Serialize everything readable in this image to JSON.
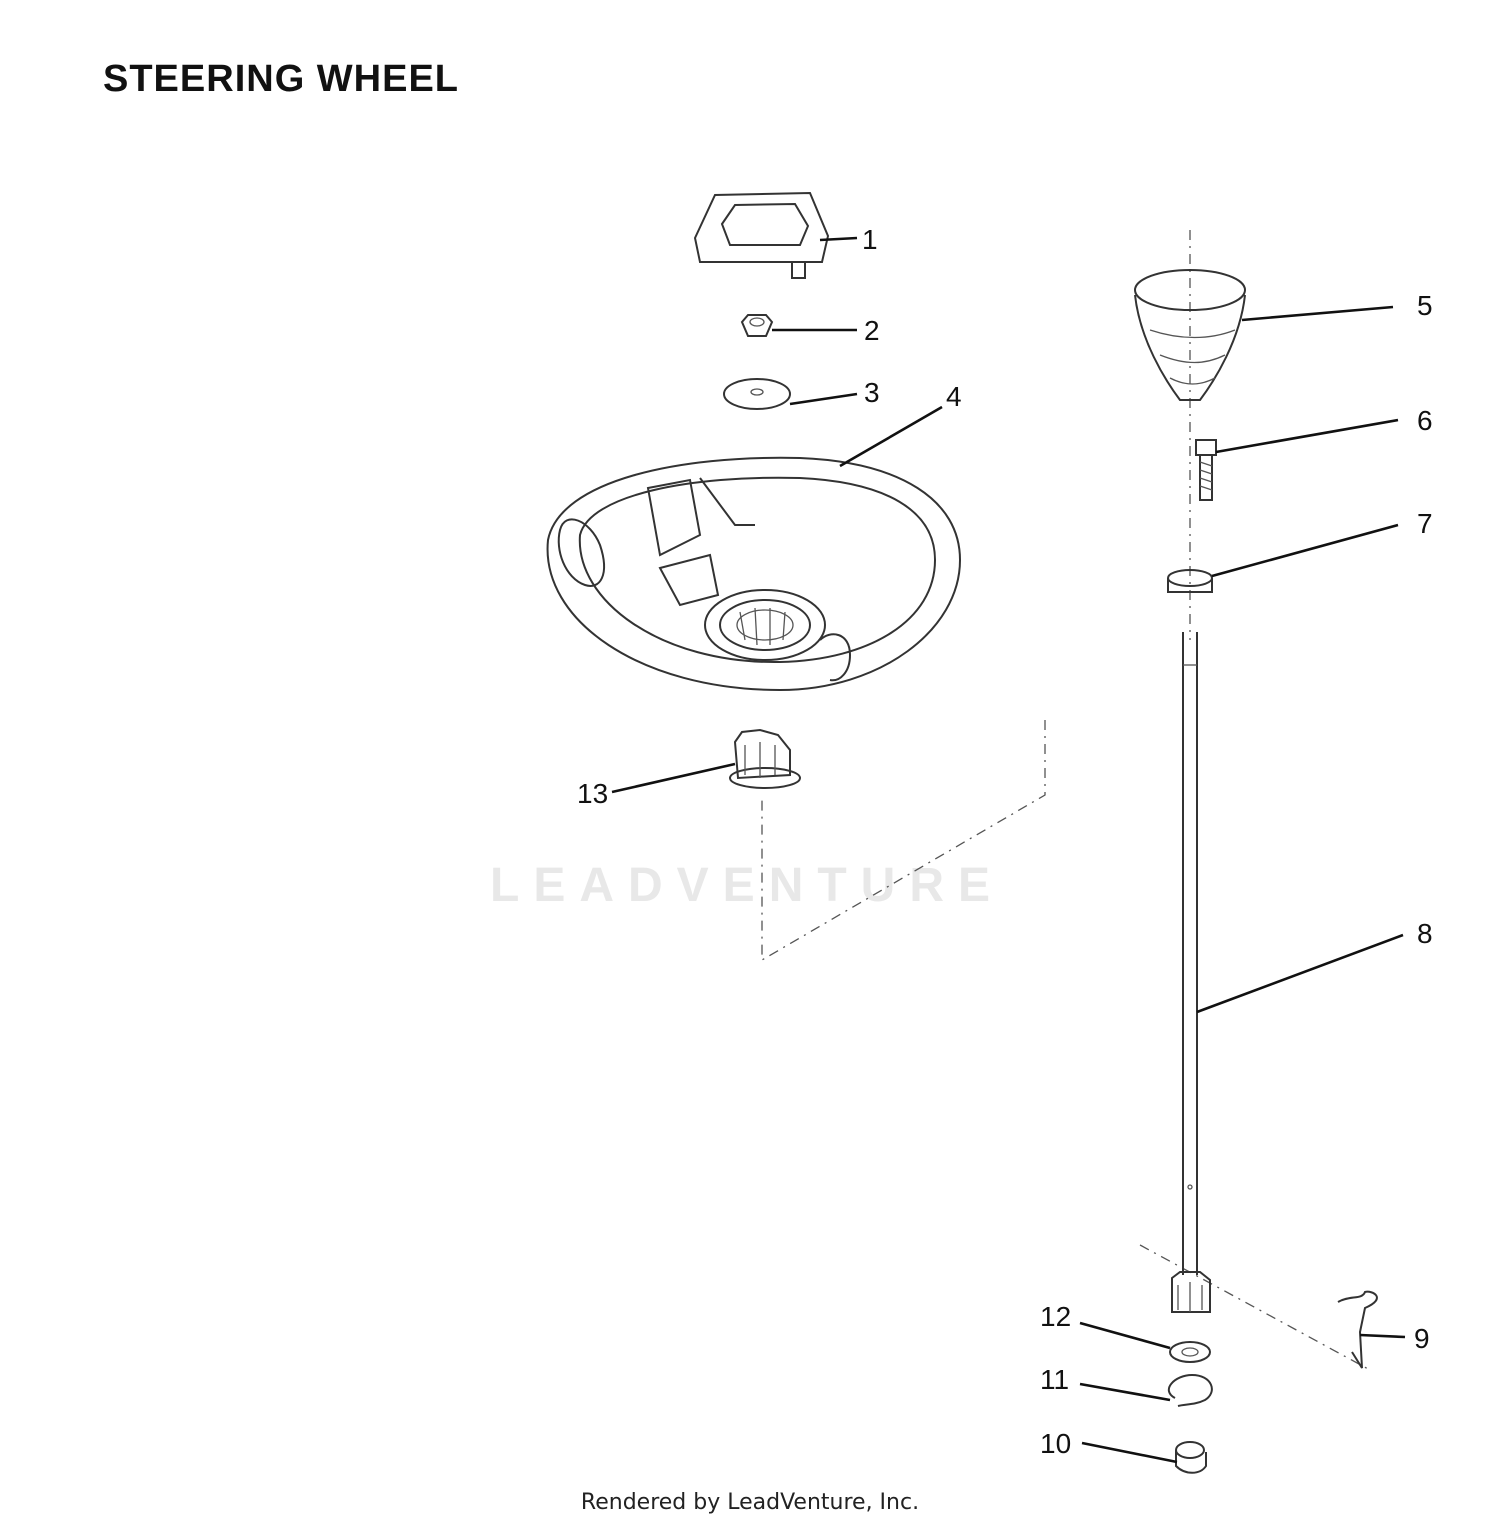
{
  "title": "STEERING WHEEL",
  "footer": "Rendered by LeadVenture, Inc.",
  "watermark": "LEADVENTURE",
  "callouts": {
    "c1": "1",
    "c2": "2",
    "c3": "3",
    "c4": "4",
    "c5": "5",
    "c6": "6",
    "c7": "7",
    "c8": "8",
    "c9": "9",
    "c10": "10",
    "c11": "11",
    "c12": "12",
    "c13": "13"
  }
}
